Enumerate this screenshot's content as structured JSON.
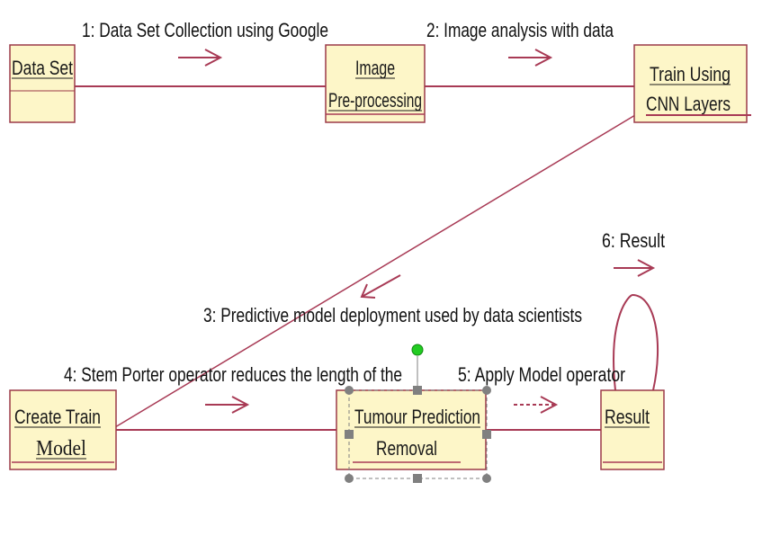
{
  "colors": {
    "object_fill": "#fdf6c8",
    "object_border": "#9c3a48",
    "link_line": "#a83a55",
    "selection_handle": "#808080",
    "anchor_handle": "#22cc22"
  },
  "objects": {
    "data_set": {
      "lines": [
        "Data Set"
      ]
    },
    "image_preprocessing": {
      "lines": [
        "Image",
        "Pre-processing"
      ]
    },
    "train_cnn": {
      "lines": [
        "Train Using",
        "CNN Layers"
      ]
    },
    "create_train_model": {
      "lines": [
        "Create Train",
        "Model"
      ]
    },
    "tumour_prediction": {
      "lines": [
        "Tumour Prediction",
        "Removal"
      ]
    },
    "result": {
      "lines": [
        "Result"
      ]
    }
  },
  "messages": {
    "m1": "1: Data Set Collection using Google",
    "m2": "2: Image analysis with data",
    "m3": "3: Predictive model deployment used by data scientists",
    "m4": "4: Stem Porter operator reduces the length of the",
    "m5": "5: Apply Model operator",
    "m6": "6: Result"
  },
  "icons": {
    "message_arrow": "right-arrow-icon",
    "return_arrow": "left-arrow-icon",
    "dashed_arrow": "dashed-right-arrow-icon",
    "resize_handle": "resize-handle-icon",
    "rotate_handle": "rotate-handle-icon"
  }
}
